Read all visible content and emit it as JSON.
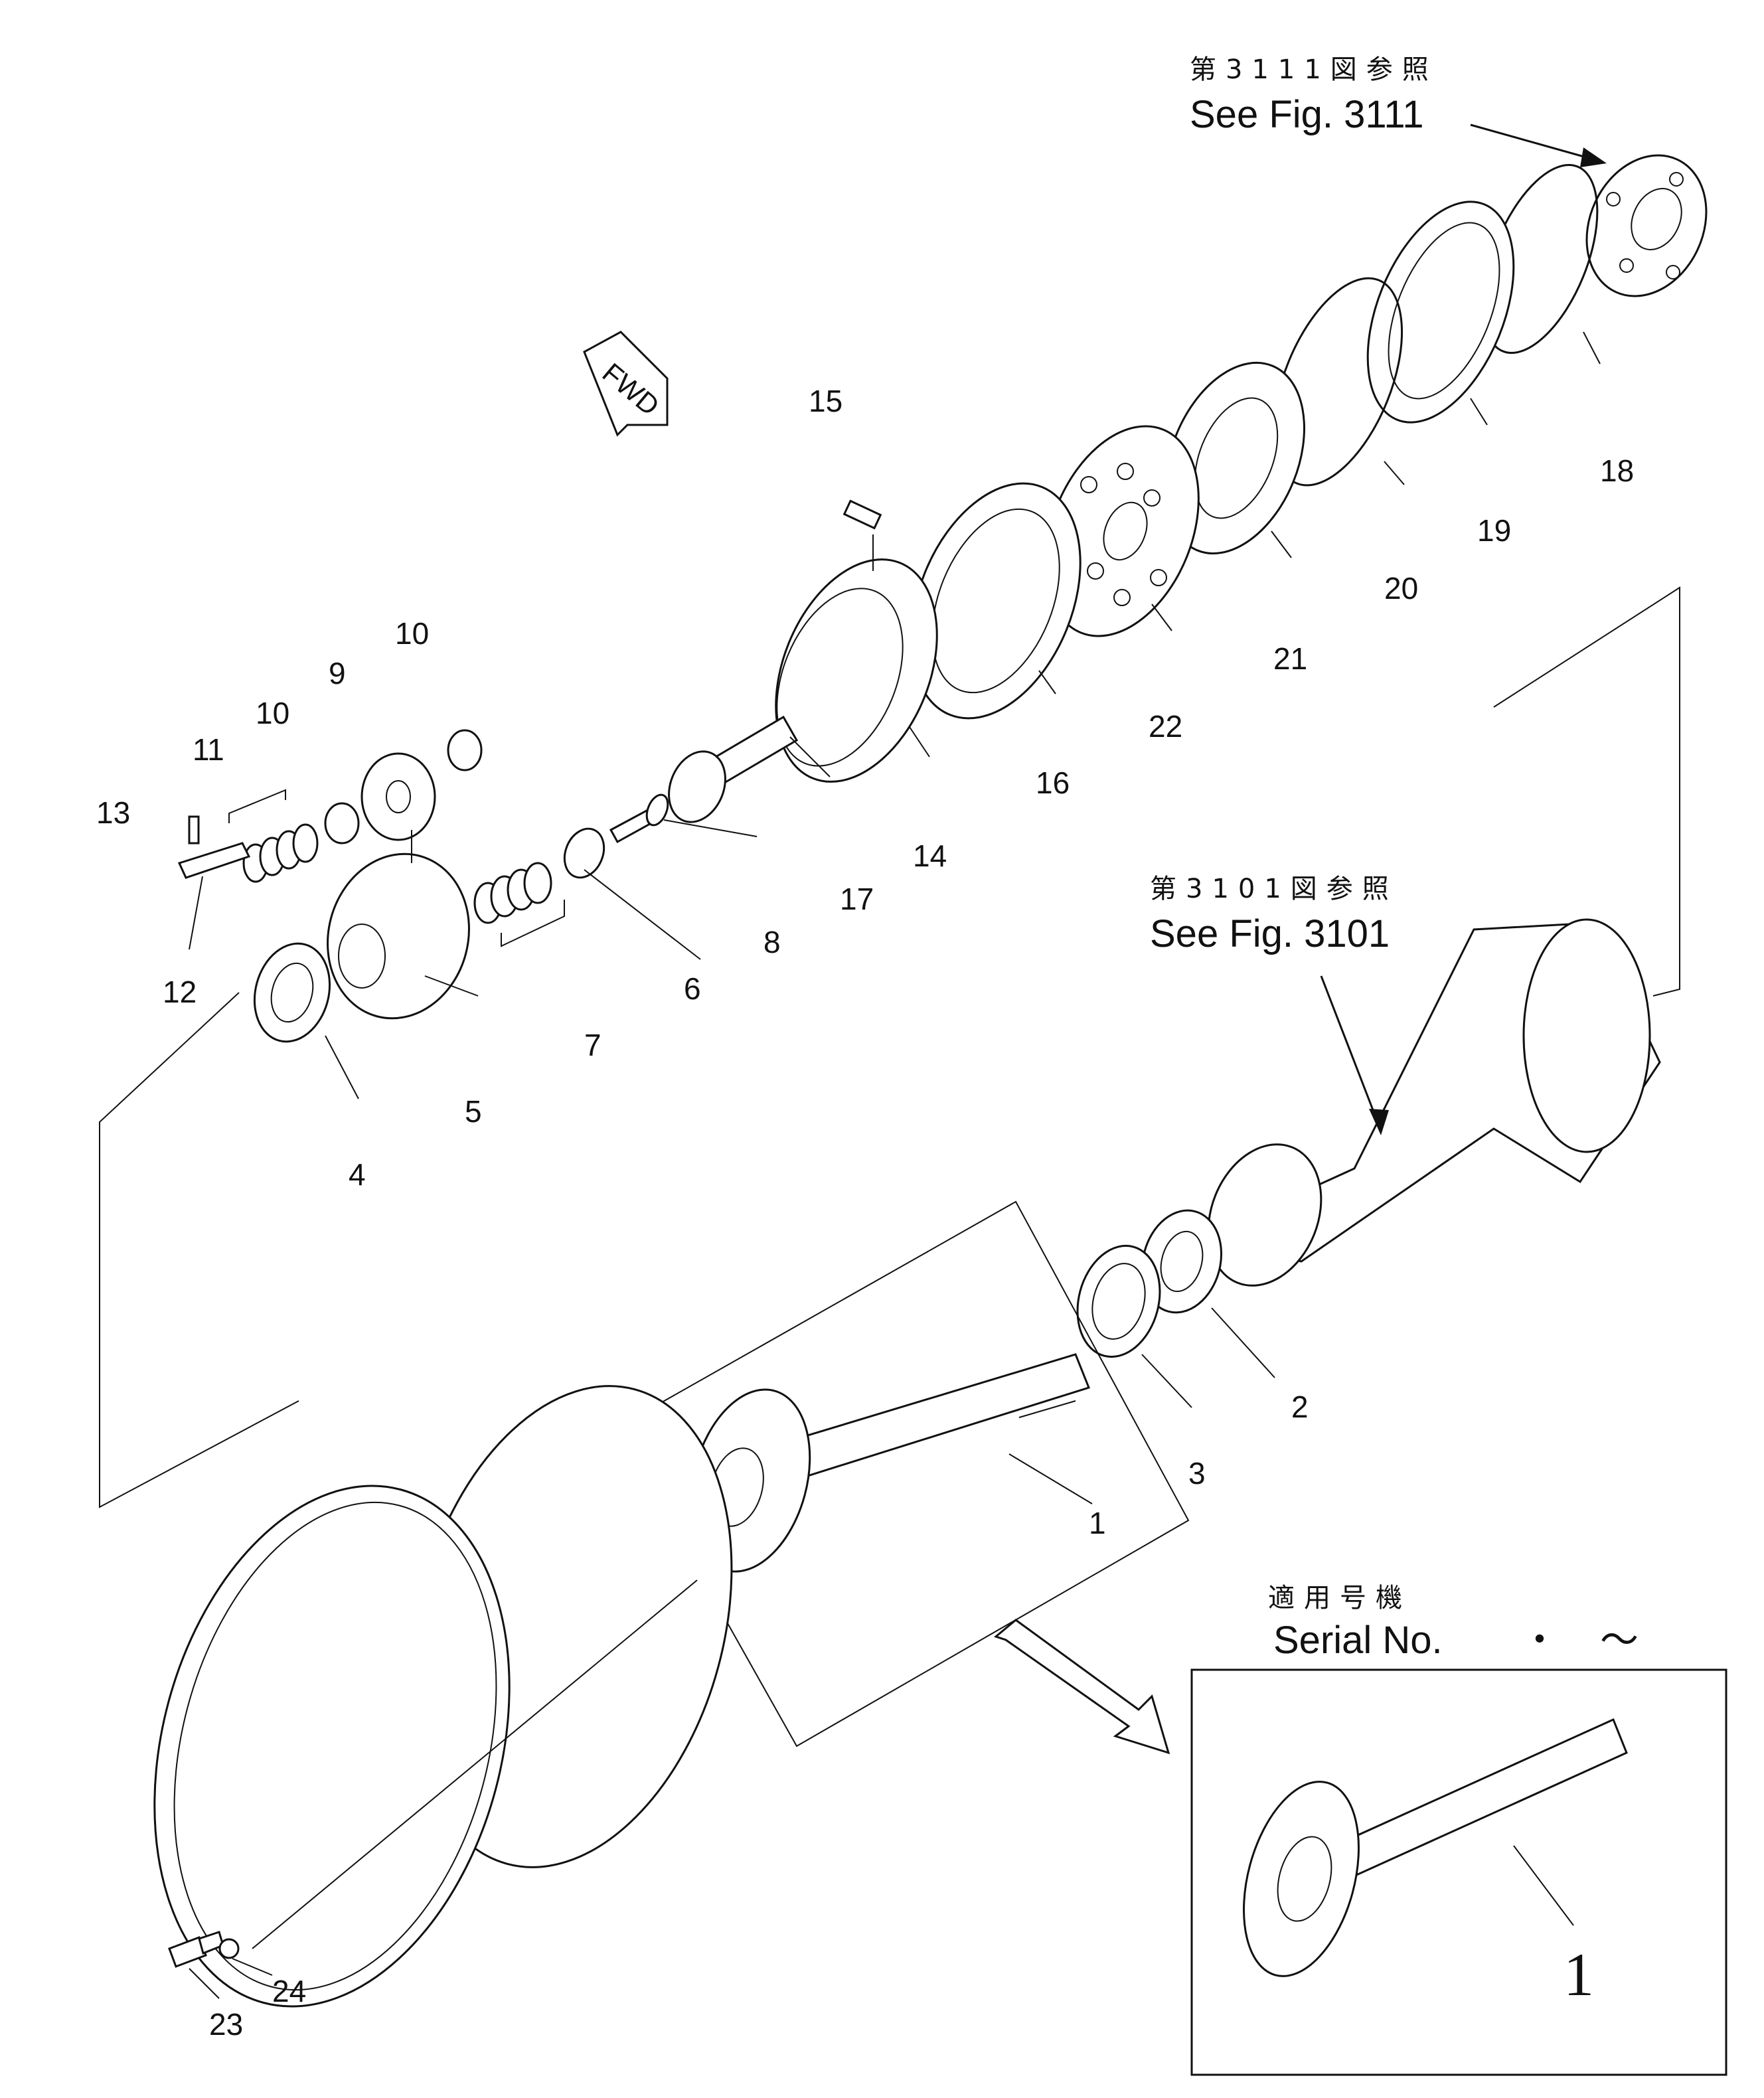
{
  "references": {
    "top_right": {
      "japanese": "第3111図参照",
      "english": "See Fig. 3111"
    },
    "housing": {
      "japanese": "第3101図参照",
      "english": "See Fig. 3101"
    }
  },
  "direction_tag": "FWD",
  "serial_box": {
    "japanese": "適用号機",
    "english": "Serial No.",
    "dot": "・",
    "tilde": "～",
    "inset_part_number": "1"
  },
  "part_numbers": {
    "p1": "1",
    "p2": "2",
    "p3": "3",
    "p4": "4",
    "p5": "5",
    "p6": "6",
    "p7": "7",
    "p8": "8",
    "p9": "9",
    "p10a": "10",
    "p10b": "10",
    "p11": "11",
    "p12": "12",
    "p13": "13",
    "p14": "14",
    "p15": "15",
    "p16": "16",
    "p17": "17",
    "p18": "18",
    "p19": "19",
    "p20": "20",
    "p21": "21",
    "p22": "22",
    "p23": "23",
    "p24": "24"
  }
}
